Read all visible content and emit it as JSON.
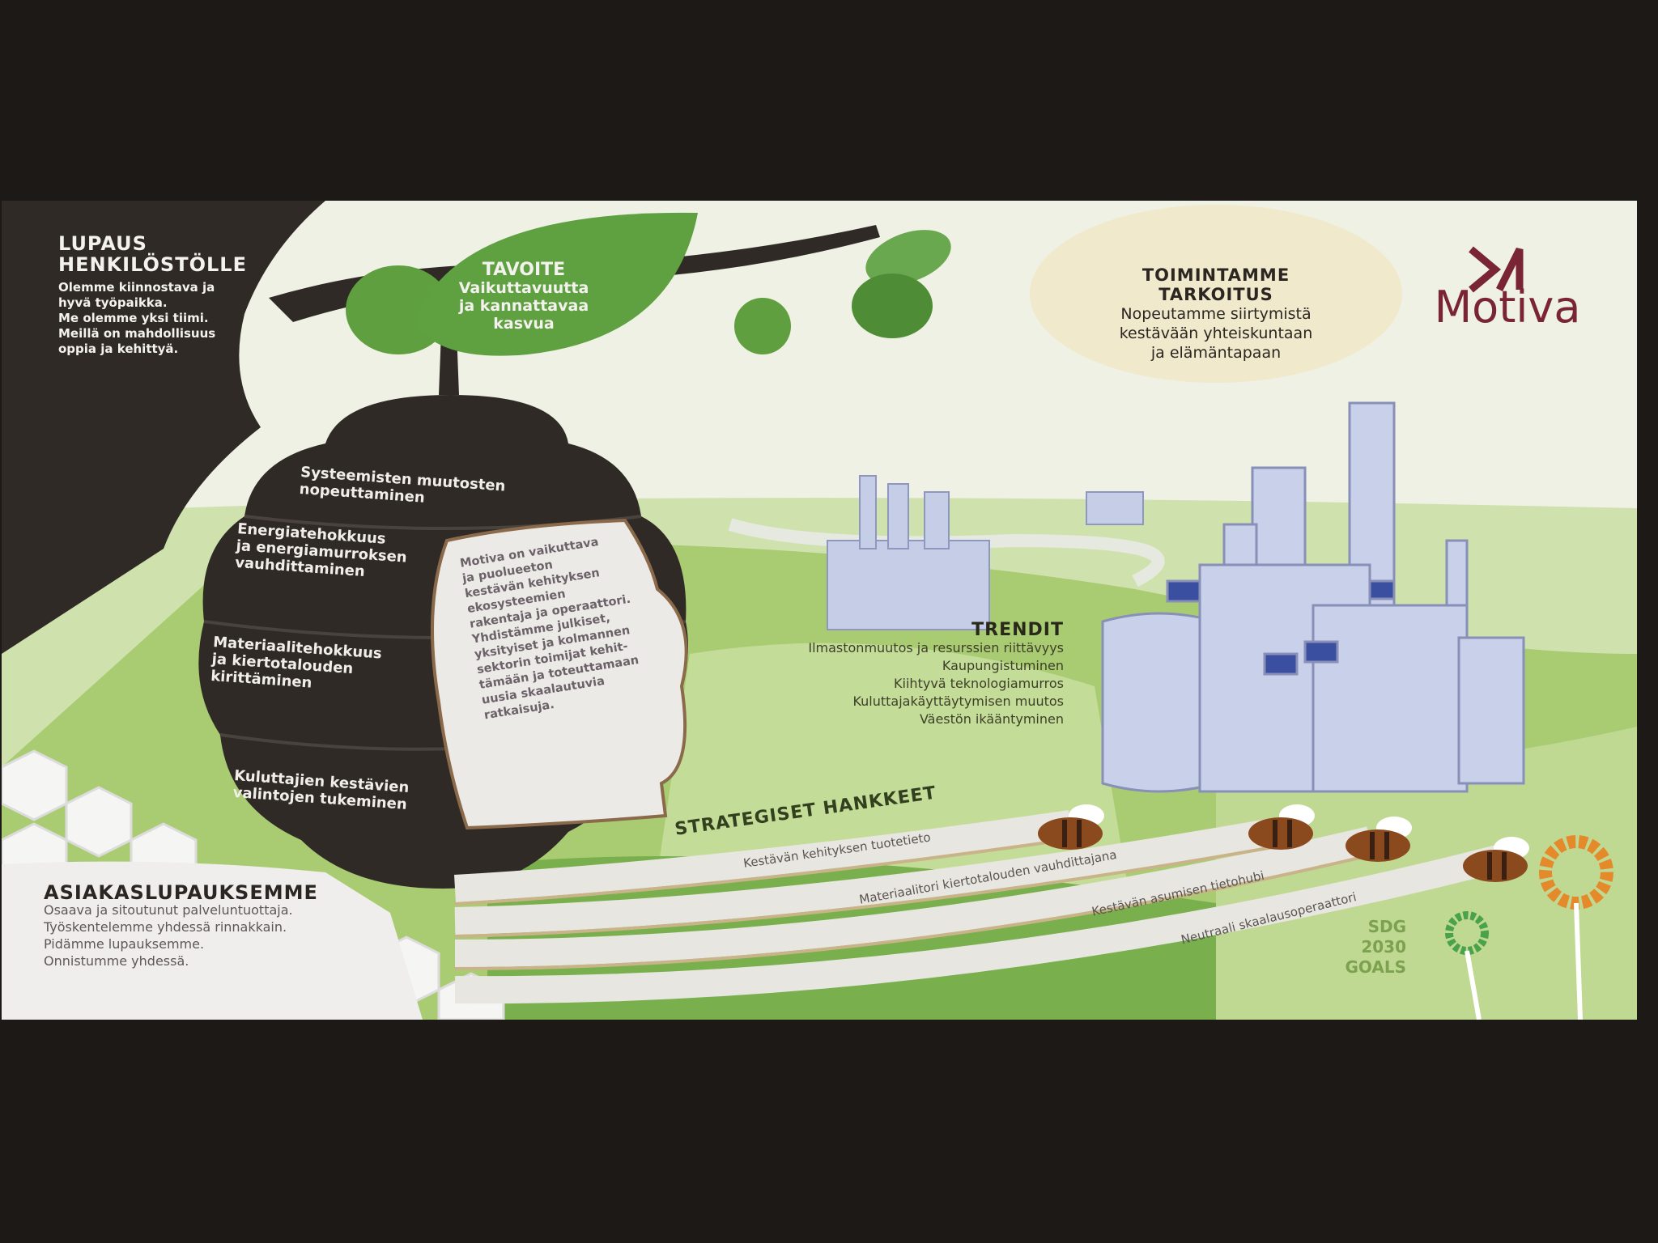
{
  "colors": {
    "dark": "#2f2a26",
    "green": "#6aa84f",
    "light_green": "#b5d28a",
    "brand": "#7a2536"
  },
  "lupaus": {
    "title_line1": "LUPAUS",
    "title_line2": "HENKILÖSTÖLLE",
    "lines": [
      "Olemme kiinnostava ja",
      "hyvä työpaikka.",
      "Me olemme yksi tiimi.",
      "Meillä on mahdollisuus",
      "oppia ja kehittyä."
    ]
  },
  "tavoite": {
    "title": "TAVOITE",
    "lines": [
      "Vaikuttavuutta",
      "ja kannattavaa",
      "kasvua"
    ]
  },
  "purpose": {
    "title_line1": "TOIMINTAMME",
    "title_line2": "TARKOITUS",
    "lines": [
      "Nopeutamme siirtymistä",
      "kestävään yhteiskuntaan",
      "ja elämäntapaan"
    ]
  },
  "logo": {
    "name": "Motiva",
    "icon": "motiva-mark-icon"
  },
  "hive": {
    "labels": [
      [
        "Systeemisten muutosten",
        "nopeuttaminen"
      ],
      [
        "Energiatehokkuus",
        "ja energiamurroksen",
        "vauhdittaminen"
      ],
      [
        "Materiaalitehokkuus",
        "ja kiertotalouden",
        "kirittäminen"
      ],
      [
        "Kuluttajien kestävien",
        "valintojen tukeminen"
      ]
    ],
    "note": [
      "Motiva on vaikuttava",
      "ja puolueeton",
      "kestävän kehityksen",
      "ekosysteemien",
      "rakentaja ja operaattori.",
      "Yhdistämme julkiset,",
      "yksityiset ja kolmannen",
      "sektorin toimijat kehit-",
      "tämään ja toteuttamaan",
      "uusia skaalautuvia",
      "ratkaisuja."
    ]
  },
  "trends": {
    "title": "TRENDIT",
    "items": [
      "Ilmastonmuutos ja resurssien riittävyys",
      "Kaupungistuminen",
      "Kiihtyvä teknologiamurros",
      "Kuluttajakäyttäytymisen muutos",
      "Väestön ikääntyminen"
    ]
  },
  "strategic": {
    "title": "STRATEGISET HANKKEET",
    "projects": [
      "Kestävän kehityksen tuotetieto",
      "Materiaalitori kiertotalouden vauhdittajana",
      "Kestävän asumisen tietohubi",
      "Neutraali skaalausoperaattori"
    ]
  },
  "asiakas": {
    "title": "ASIAKASLUPAUKSEMME",
    "lines": [
      "Osaava ja sitoutunut palveluntuottaja.",
      "Työskentelemme yhdessä rinnakkain.",
      "Pidämme lupauksemme.",
      "Onnistumme yhdessä."
    ]
  },
  "sdg": {
    "lines": [
      "SDG",
      "2030",
      "GOALS"
    ]
  }
}
